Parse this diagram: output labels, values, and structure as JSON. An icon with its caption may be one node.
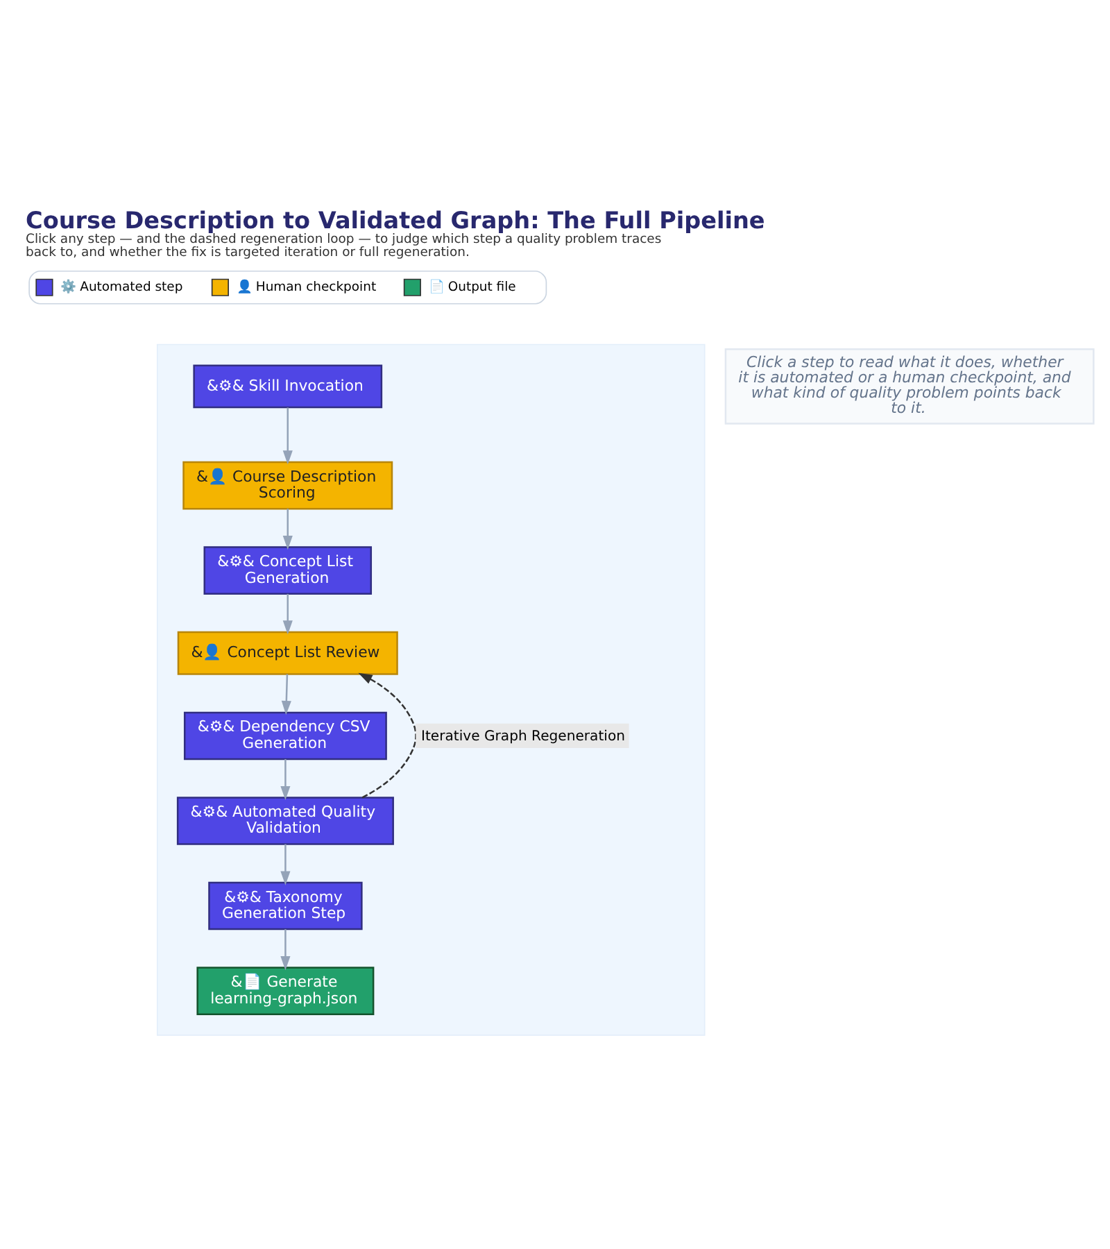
{
  "diagram": {
    "title": "Course Description to Validated Graph: The Full Pipeline",
    "caption": "Click any step — and the dashed regeneration loop — to judge which step a quality problem traces back to, and whether the fix is targeted iteration or full regeneration.",
    "nodes": [
      {
        "text": [],
        "shape": "box"
      },
      {
        "text": [
          "&⚙& Skill Invocation"
        ],
        "in": 0
      },
      {
        "text": [
          "&👤 Course Description Scoring"
        ],
        "in": 0
      },
      {
        "text": [
          "&⚙& Concept List Generation"
        ],
        "in": 0
      },
      {
        "text": [
          "&👤 Concept List Review"
        ],
        "in": 0
      },
      {
        "text": [
          "&⚙& Dependency CSV Generation"
        ],
        "in": 0
      },
      {
        "text": [
          "&⚙& Automated Quality Validation"
        ],
        "in": 0
      },
      {
        "text": [
          "&⚙& Taxonomy Generation Step"
        ],
        "in": 0
      },
      {
        "text": [
          "&📄 Generate learning-graph.json"
        ],
        "in": 0
      },
      {
        "text": [
          "Click a step to read what it does, whether it is automated or a human checkpoint, and what kind of quality problem points back to it."
        ]
      }
    ],
    "edges": [
      {
        "from": 1,
        "to": 2,
        "arrow": "to"
      },
      {
        "from": 2,
        "to": 3,
        "arrow": "to"
      },
      {
        "from": 3,
        "to": 4,
        "arrow": "to"
      },
      {
        "from": 4,
        "to": 5,
        "arrow": "to"
      },
      {
        "from": 5,
        "to": 6,
        "arrow": "to"
      },
      {
        "from": 6,
        "to": 4,
        "arrow": "to",
        "label": "Iterative Graph Regeneration",
        "style": "dashed",
        "color": "#333333"
      },
      {
        "from": 6,
        "to": 7,
        "arrow": "to"
      },
      {
        "from": 7,
        "to": 8,
        "arrow": "to"
      }
    ],
    "legend": [
      {
        "text": "⚙️ Automated step",
        "color": "#4f46e5"
      },
      {
        "text": "👤 Human checkpoint",
        "color": "#f4b400"
      },
      {
        "text": "📄 Output file",
        "color": "#22a06b"
      }
    ]
  }
}
